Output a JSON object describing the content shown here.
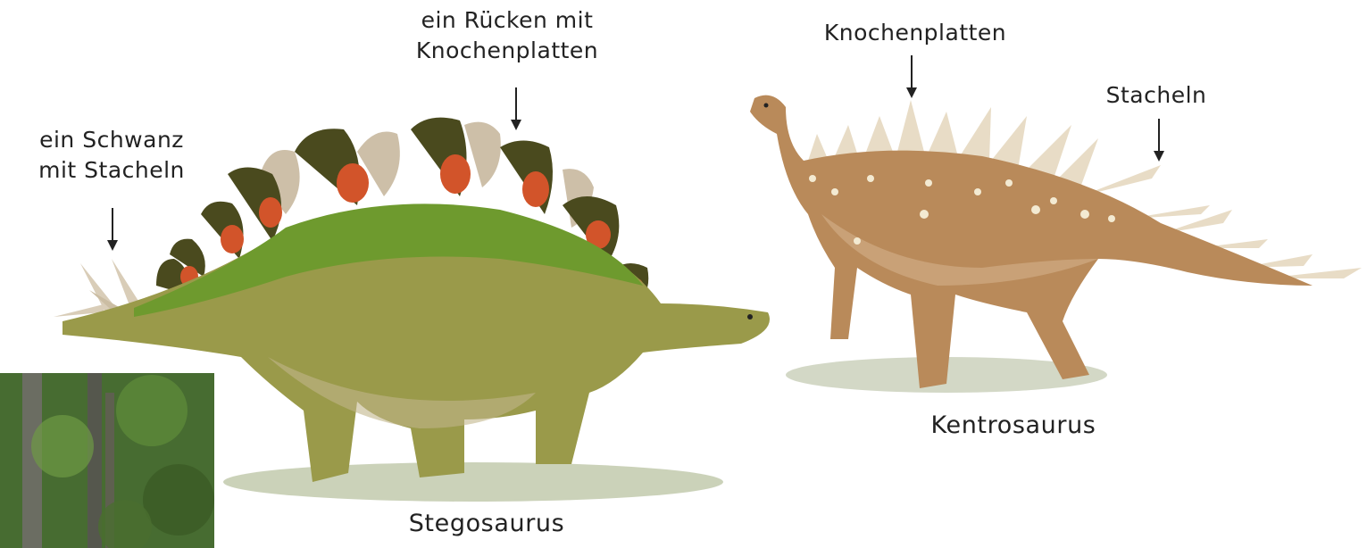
{
  "labels": {
    "stego_back": [
      "ein Rücken mit",
      "Knochenplatten"
    ],
    "stego_tail": [
      "ein Schwanz",
      "mit Stacheln"
    ],
    "kentro_plates": "Knochenplatten",
    "kentro_spikes": "Stacheln"
  },
  "names": {
    "stegosaurus": "Stegosaurus",
    "kentrosaurus": "Kentrosaurus"
  },
  "colors": {
    "text": "#222222",
    "stego_body": "#9a9a4a",
    "stego_back": "#6e9a2e",
    "stego_plate": "#4a4a1e",
    "stego_plate_core": "#d2542a",
    "kentro_body": "#b98a5a",
    "kentro_plate": "#e8dcc6",
    "grass": "#8a9a6a",
    "forest": "#3a5a2a"
  }
}
